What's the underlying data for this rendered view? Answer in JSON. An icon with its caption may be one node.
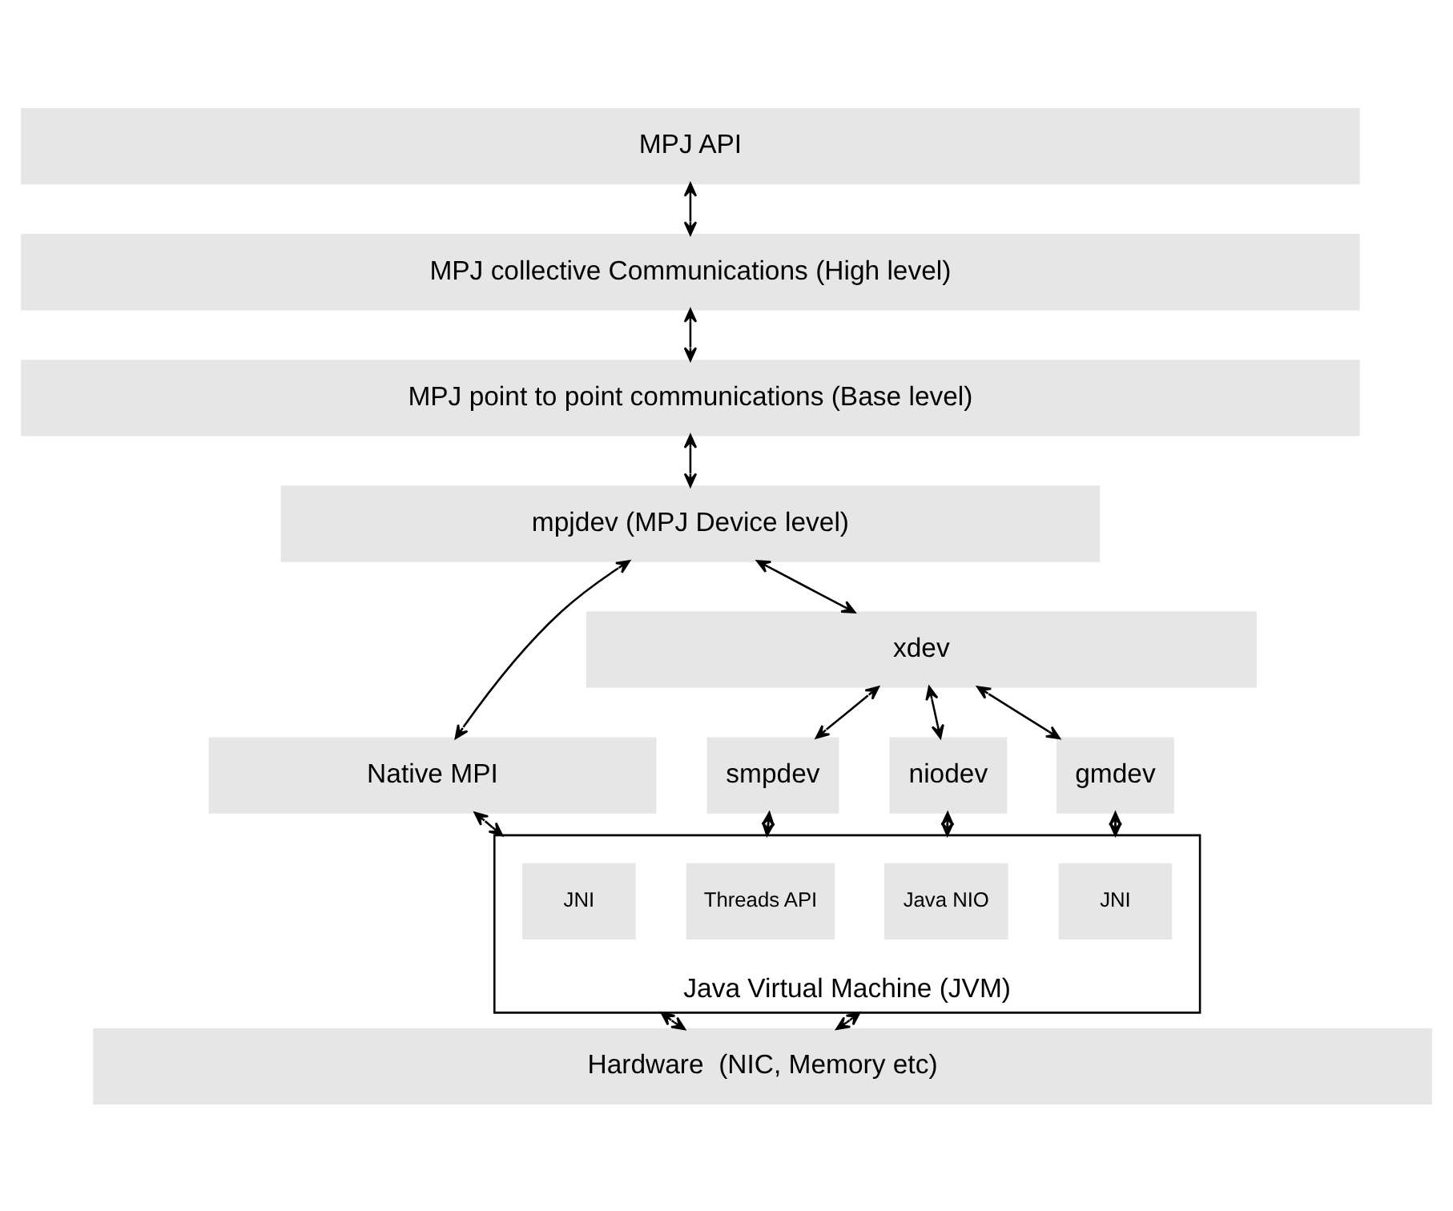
{
  "diagram": {
    "nodes": [
      {
        "text": [
          "MPJ API"
        ]
      },
      {
        "text": [
          "MPJ collective Communications (High level)"
        ]
      },
      {
        "text": [
          "MPJ point to point communications (Base level)"
        ]
      },
      {
        "text": [
          "mpjdev (MPJ Device level)"
        ]
      },
      {
        "text": [
          "Native MPI"
        ]
      },
      {
        "text": [
          "xdev"
        ]
      },
      {
        "text": [
          "smpdev"
        ]
      },
      {
        "text": [
          "niodev"
        ]
      },
      {
        "text": [
          "gmdev"
        ]
      },
      {
        "text": [
          "Java Virtual Machine (JVM)"
        ]
      },
      {
        "text": [
          "JNI"
        ],
        "in": 9
      },
      {
        "text": [
          "Threads API"
        ],
        "in": 9
      },
      {
        "text": [
          "Java NIO"
        ],
        "in": 9
      },
      {
        "text": [
          "JNI"
        ],
        "in": 9
      },
      {
        "text": [
          "Hardware  (NIC, Memory etc)"
        ]
      }
    ],
    "edges": [
      {
        "from": 0,
        "to": 1,
        "arrow": "both"
      },
      {
        "from": 1,
        "to": 2,
        "arrow": "both"
      },
      {
        "from": 2,
        "to": 3,
        "arrow": "both"
      },
      {
        "from": 3,
        "to": 4,
        "arrow": "both"
      },
      {
        "from": 3,
        "to": 5,
        "arrow": "both"
      },
      {
        "from": 5,
        "to": 6,
        "arrow": "both"
      },
      {
        "from": 5,
        "to": 7,
        "arrow": "both"
      },
      {
        "from": 5,
        "to": 8,
        "arrow": "both"
      },
      {
        "from": 4,
        "to": 9,
        "arrow": "both"
      },
      {
        "from": 6,
        "to": 9,
        "arrow": "both"
      },
      {
        "from": 7,
        "to": 9,
        "arrow": "both"
      },
      {
        "from": 8,
        "to": 9,
        "arrow": "both"
      },
      {
        "from": 9,
        "to": 14,
        "arrow": "both"
      },
      {
        "from": 9,
        "to": 14,
        "arrow": "both"
      }
    ]
  }
}
